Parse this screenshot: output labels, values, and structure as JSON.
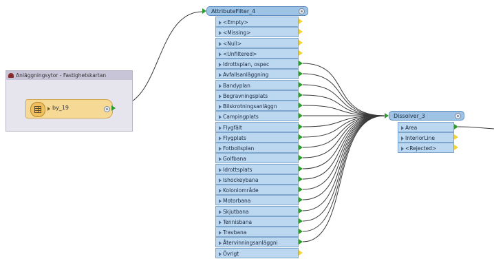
{
  "source": {
    "title": "Anläggningsytor - Fastighetskartan",
    "feature_type": "by_19",
    "icons": [
      "bookmark-icon",
      "table-icon",
      "gear-icon"
    ]
  },
  "attribute_filter": {
    "title": "AttributeFilter_4",
    "ports": [
      {
        "label": "<Empty>",
        "connected": false
      },
      {
        "label": "<Missing>",
        "connected": false
      },
      {
        "label": "<Null>",
        "connected": false
      },
      {
        "label": "<Unfiltered>",
        "connected": false
      },
      {
        "label": "Idrottsplan, ospec",
        "connected": true
      },
      {
        "label": "Avfallsanläggning",
        "connected": true
      },
      {
        "label": "Bandyplan",
        "connected": true
      },
      {
        "label": "Begravningsplats",
        "connected": true
      },
      {
        "label": "Bilskrotningsanläggn",
        "connected": true
      },
      {
        "label": "Campingplats",
        "connected": true
      },
      {
        "label": "Flygfält",
        "connected": true
      },
      {
        "label": "Flygplats",
        "connected": true
      },
      {
        "label": "Fotbollsplan",
        "connected": true
      },
      {
        "label": "Golfbana",
        "connected": true
      },
      {
        "label": "Idrottsplats",
        "connected": true
      },
      {
        "label": "Ishockeybana",
        "connected": true
      },
      {
        "label": "Koloniområde",
        "connected": true
      },
      {
        "label": "Motorbana",
        "connected": true
      },
      {
        "label": "Skjutbana",
        "connected": true
      },
      {
        "label": "Tennisbana",
        "connected": true
      },
      {
        "label": "Travbana",
        "connected": true
      },
      {
        "label": "Återvinningsanläggni",
        "connected": true
      },
      {
        "label": "Övrigt",
        "connected": false
      }
    ]
  },
  "dissolver": {
    "title": "Dissolver_3",
    "ports": [
      {
        "label": "Area",
        "connected": true
      },
      {
        "label": "InteriorLine",
        "connected": false
      },
      {
        "label": "<Rejected>",
        "connected": false
      }
    ]
  },
  "colors": {
    "connected_port": "#2e9a2e",
    "unconnected_port": "#f0d23a",
    "transformer_header": "#9ec3e4",
    "transformer_port": "#bcd8f0",
    "feature_type": "#f6d995",
    "bookmark": "#e6e4ec"
  }
}
